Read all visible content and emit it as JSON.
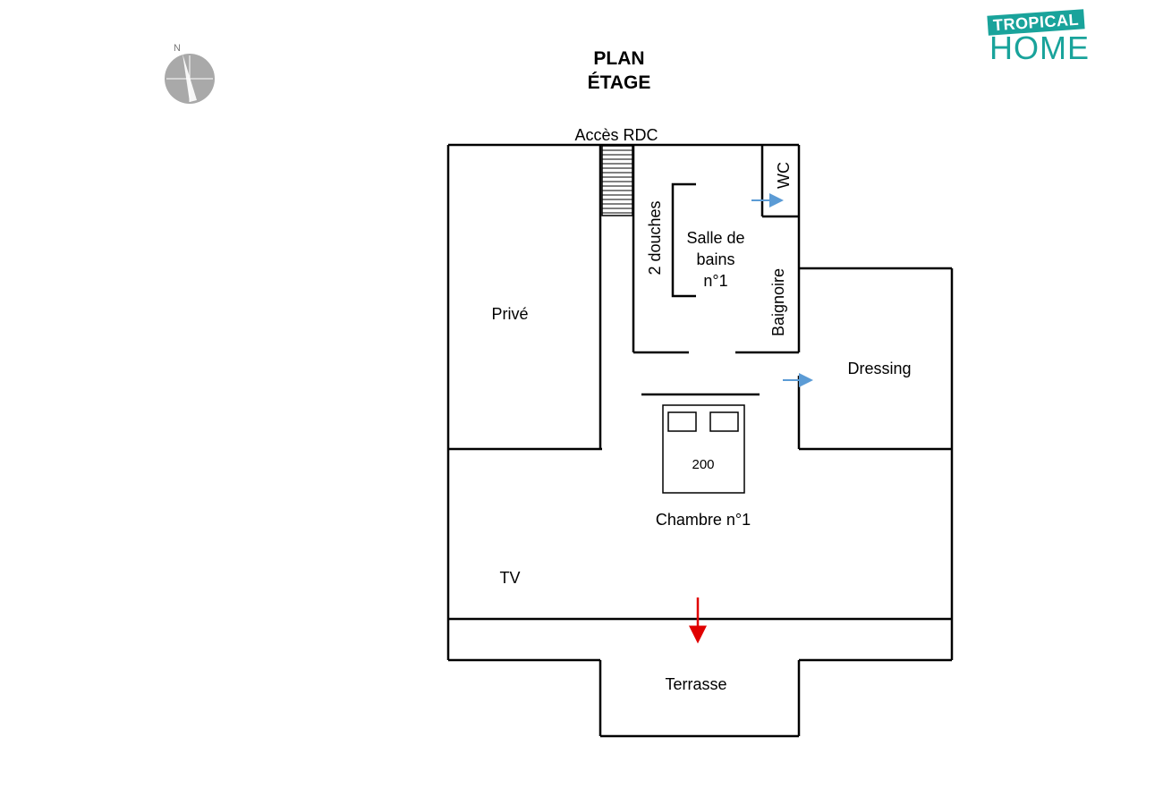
{
  "title": {
    "line1": "PLAN",
    "line2": "ÉTAGE"
  },
  "logo": {
    "top": "TROPICAL",
    "bottom": "HOME",
    "color": "#19a39b"
  },
  "compass": {
    "north_label": "N"
  },
  "rooms": {
    "access": "Accès RDC",
    "wc": "WC",
    "showers": "2 douches",
    "bathroom_line1": "Salle de",
    "bathroom_line2": "bains",
    "bathroom_line3": "n°1",
    "bathtub": "Baignoire",
    "private": "Privé",
    "dressing": "Dressing",
    "bed_size": "200",
    "bedroom": "Chambre n°1",
    "tv": "TV",
    "terrace": "Terrasse"
  },
  "colors": {
    "door_arrow": "#5b9bd5",
    "exit_arrow": "#e00000",
    "wall": "#000000",
    "compass": "#a9a9a9"
  }
}
